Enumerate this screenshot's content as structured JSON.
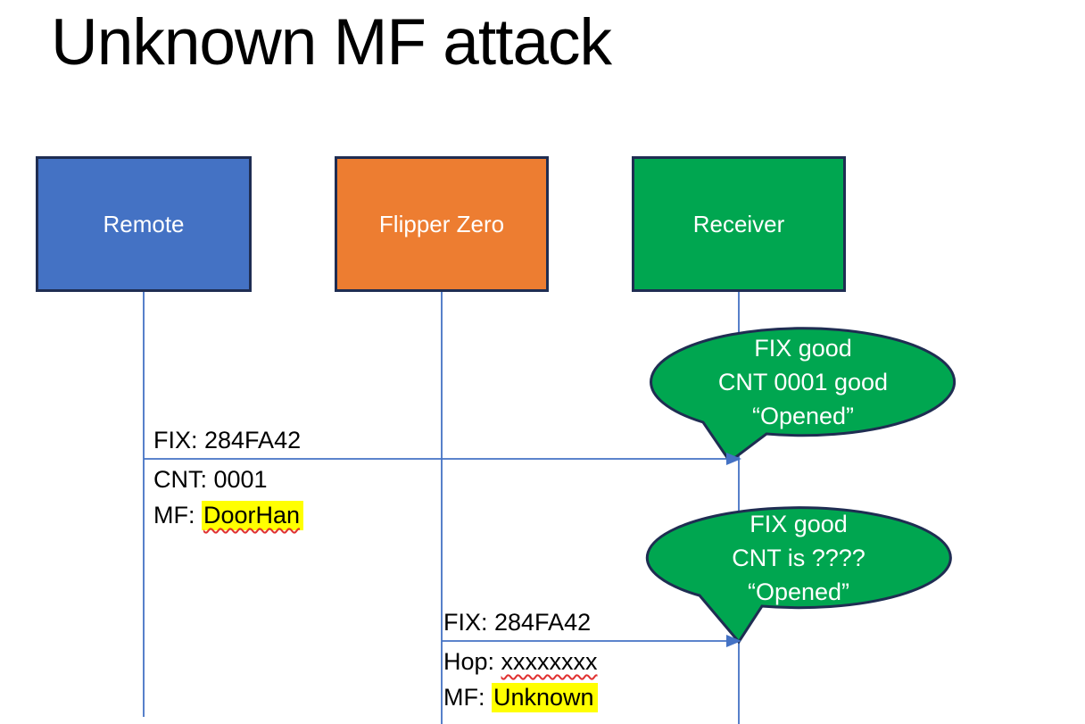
{
  "slide": {
    "title": "Unknown MF attack"
  },
  "actors": [
    {
      "label": "Remote"
    },
    {
      "label": "Flipper Zero"
    },
    {
      "label": "Receiver"
    }
  ],
  "messages": [
    {
      "from": "Remote",
      "to": "Receiver",
      "line_above": "FIX: 284FA42",
      "line_below_1": "CNT: 0001",
      "line_below_2_prefix": "MF: ",
      "line_below_2_highlighted": "DoorHan"
    },
    {
      "from": "Flipper Zero",
      "to": "Receiver",
      "line_above": "FIX: 284FA42",
      "line_below_1_prefix": "Hop: ",
      "line_below_1_misspelled": "xxxxxxxx",
      "line_below_2_prefix": "MF: ",
      "line_below_2_highlighted": "Unknown"
    }
  ],
  "callouts": [
    {
      "speaker": "Receiver",
      "lines": [
        "FIX good",
        "CNT 0001 good",
        "“Opened”"
      ]
    },
    {
      "speaker": "Receiver",
      "lines": [
        "FIX good",
        "CNT is ????",
        "“Opened”"
      ]
    }
  ],
  "colors": {
    "accent-blue": "#4472C4",
    "accent-orange": "#ED7D31",
    "accent-green": "#00A650",
    "outline-navy": "#1F2D52",
    "connector-blue": "#4472C4",
    "highlight-yellow": "#FFFF00",
    "squiggle-red": "#E03131",
    "text-white": "#FFFFFF",
    "text-black": "#000000"
  }
}
